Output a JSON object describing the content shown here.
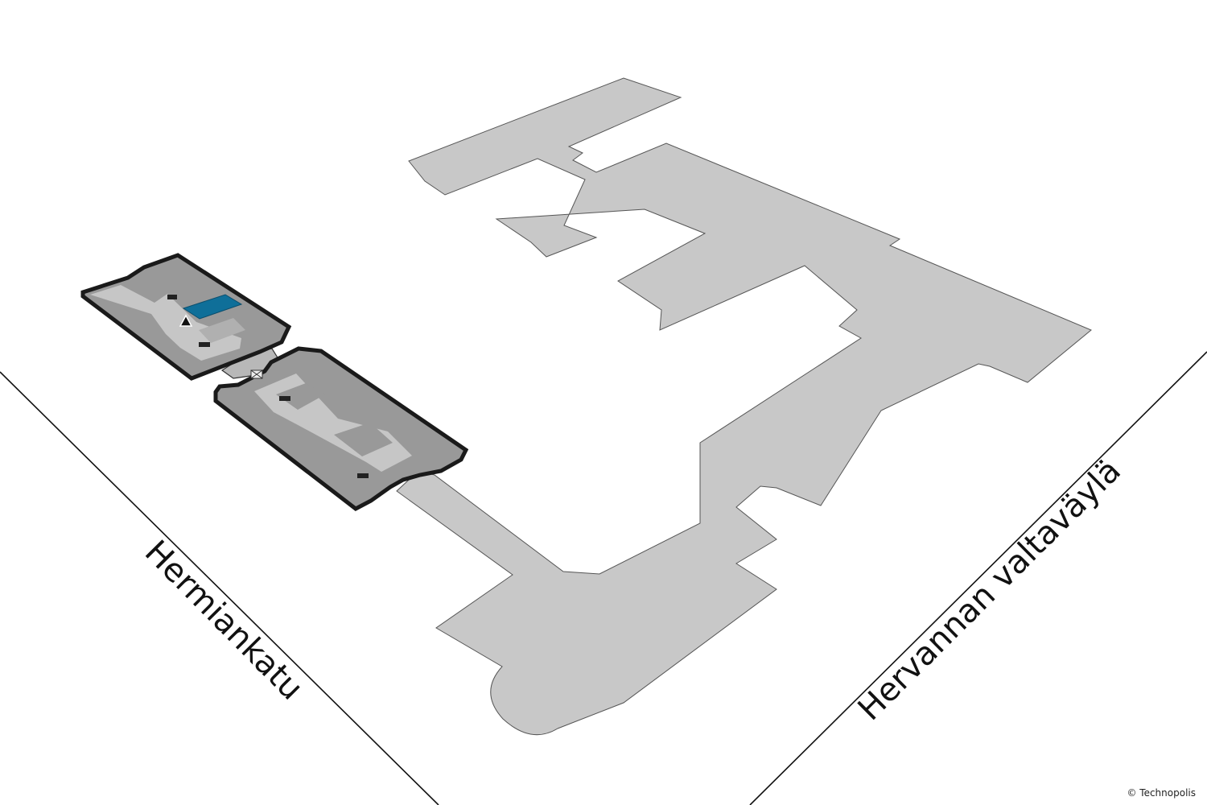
{
  "streets": {
    "left": "Hermiankatu",
    "right": "Hervannan valtaväylä"
  },
  "copyright": "© Technopolis",
  "colors": {
    "background": "#ffffff",
    "campus": "#c8c8c8",
    "building_dark": "#999999",
    "building_light": "#c6c6c6",
    "outline": "#1a1a1a",
    "highlight": "#0f6f99",
    "road_line": "#111111"
  },
  "icons": {
    "location_marker": "triangle-marker-icon",
    "elevator": "elevator-icon"
  }
}
